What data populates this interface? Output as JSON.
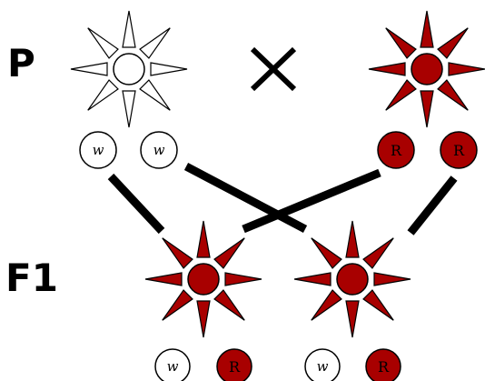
{
  "generations": {
    "parental": "P",
    "filial_1": "F1"
  },
  "cross_symbol": "×",
  "alleles": {
    "white": "w",
    "red": "R"
  },
  "colors": {
    "white_fill": "#ffffff",
    "red_fill": "#a80000",
    "stroke": "#000000",
    "line": "#000000"
  },
  "parents": [
    {
      "phenotype": "white",
      "alleles": [
        "w",
        "w"
      ]
    },
    {
      "phenotype": "red",
      "alleles": [
        "R",
        "R"
      ]
    }
  ],
  "offspring": [
    {
      "phenotype": "red",
      "alleles": [
        "w",
        "R"
      ]
    },
    {
      "phenotype": "red",
      "alleles": [
        "w",
        "R"
      ]
    }
  ]
}
